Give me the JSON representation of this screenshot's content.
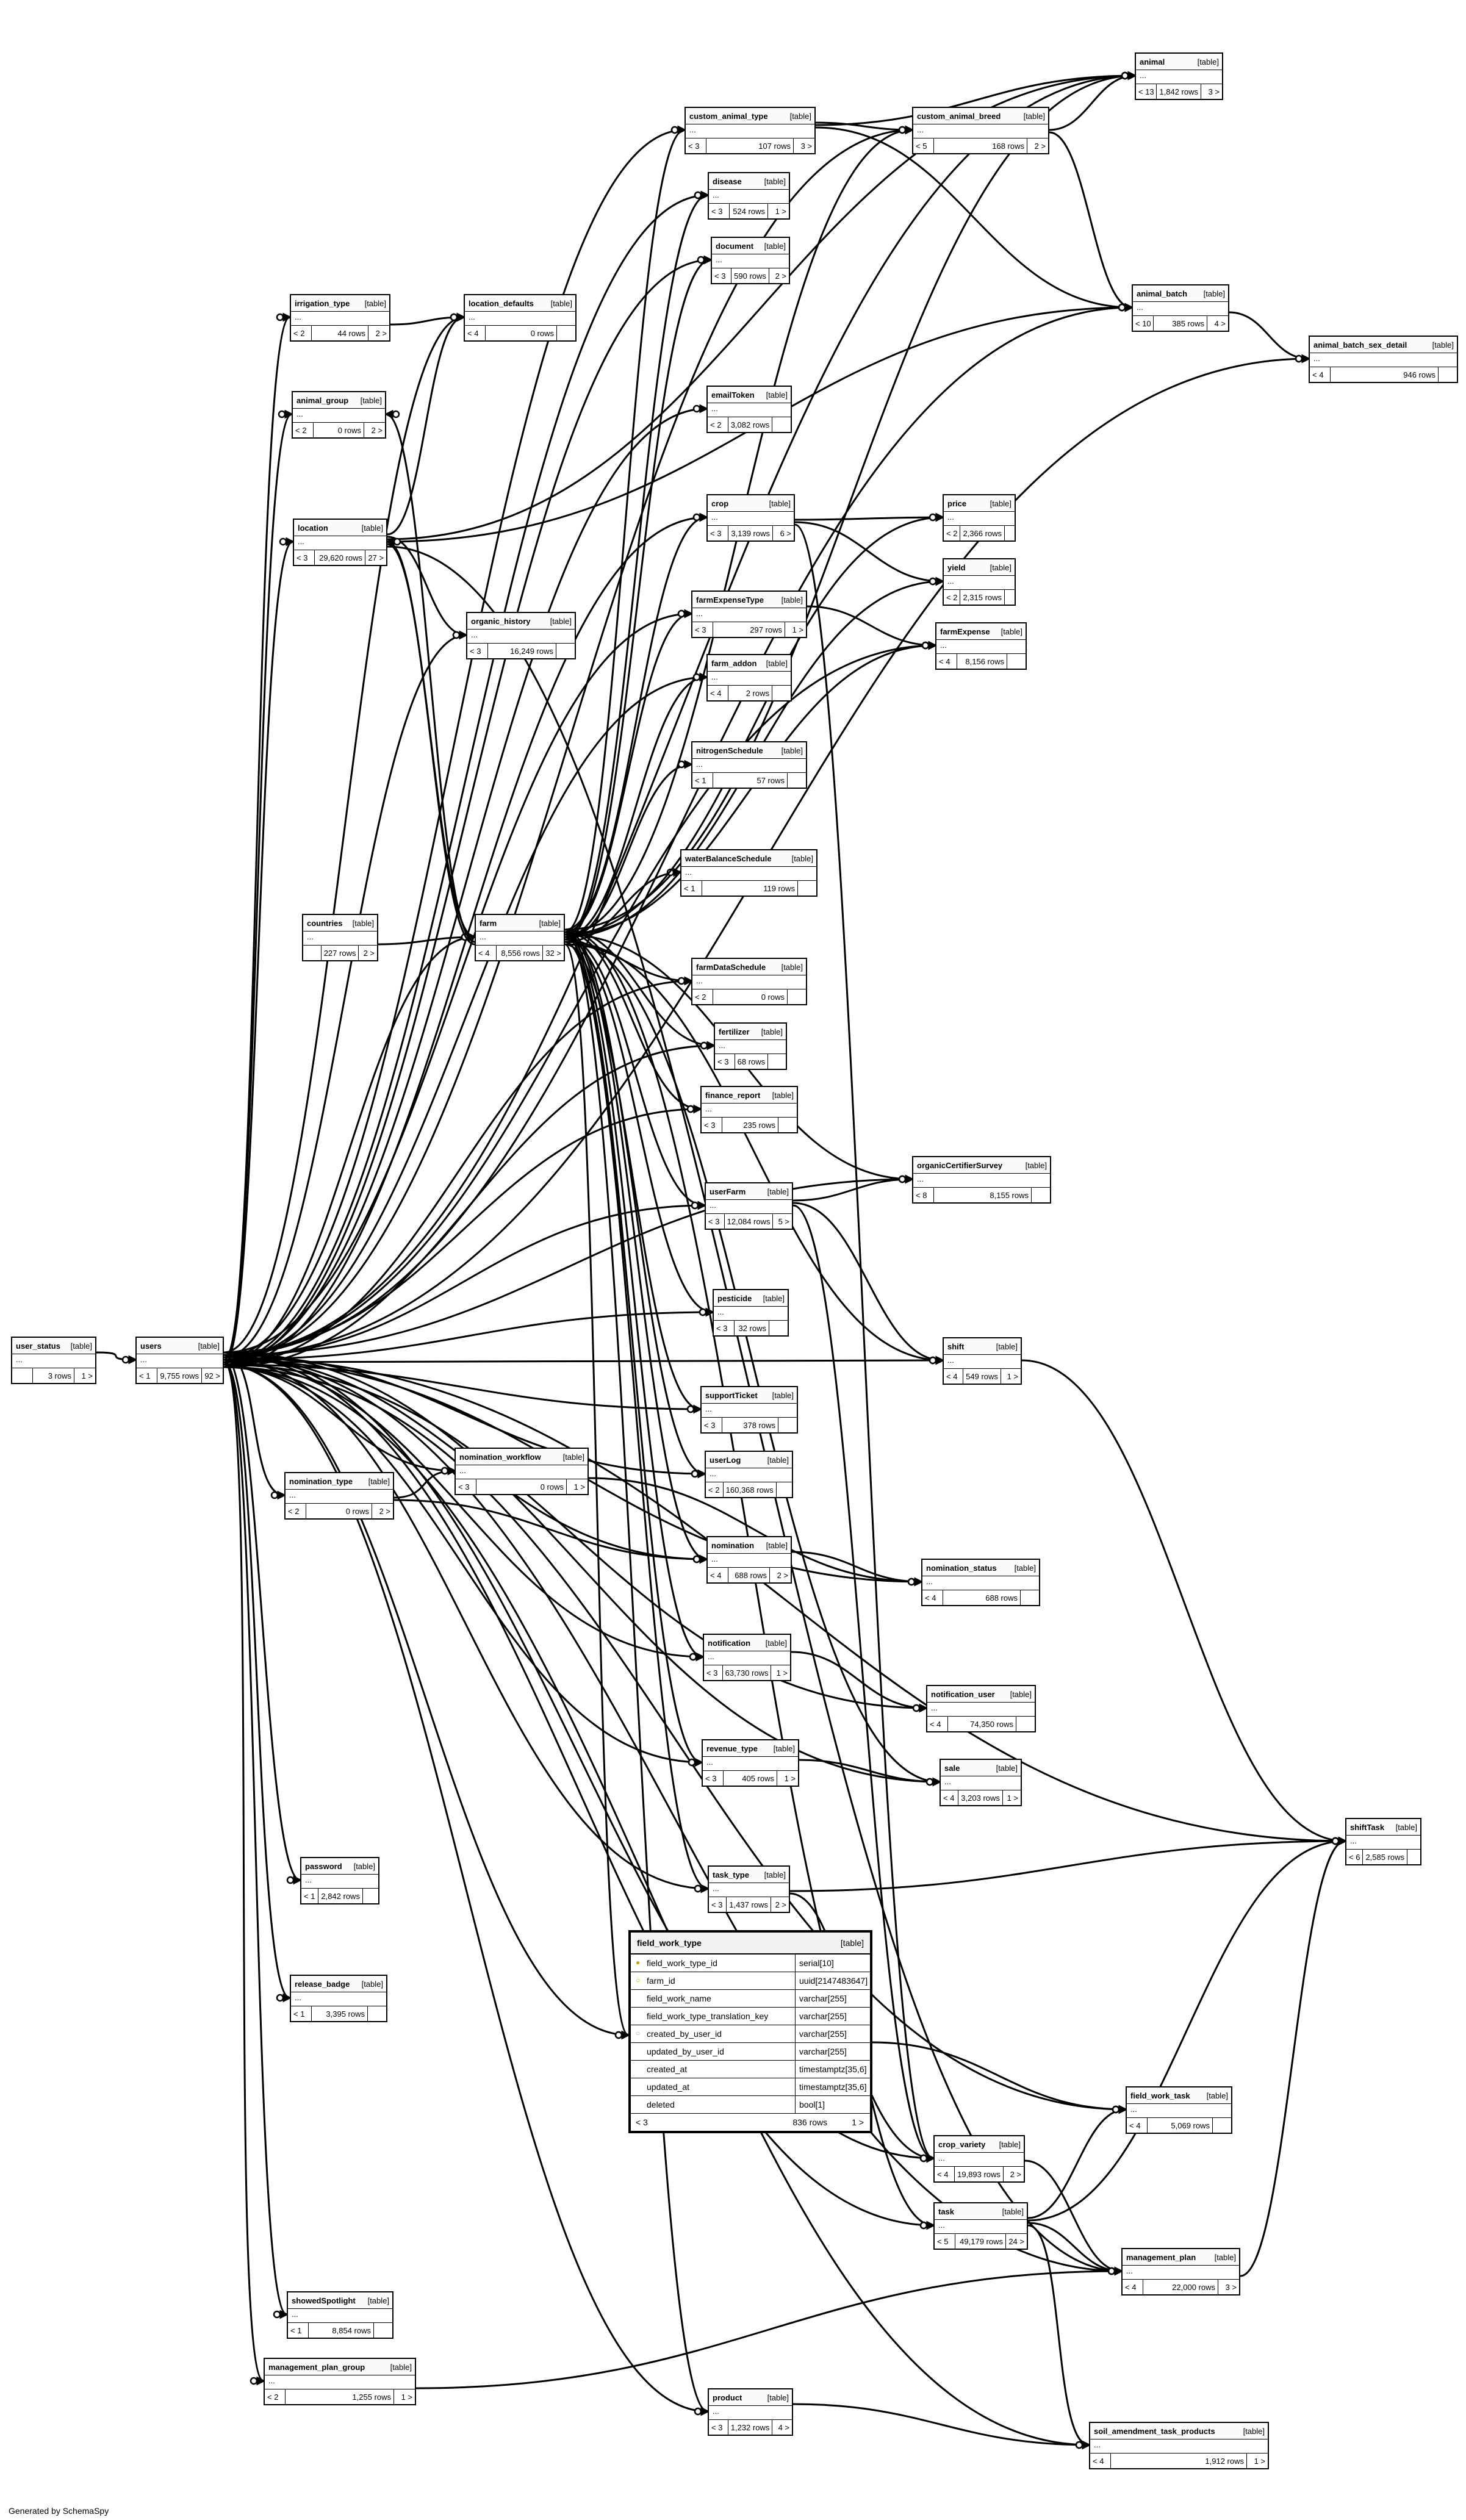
{
  "footer": "Generated by SchemaSpy",
  "tag": "[table]",
  "ellipsis": "...",
  "tables": [
    {
      "id": "user_status",
      "name": "user_status",
      "lt": "",
      "rows": "3 rows",
      "gt": "1 >"
    },
    {
      "id": "users",
      "name": "users",
      "lt": "< 1",
      "rows": "9,755 rows",
      "gt": "92 >"
    },
    {
      "id": "animal",
      "name": "animal",
      "lt": "< 13",
      "rows": "1,842 rows",
      "gt": "3 >"
    },
    {
      "id": "custom_animal_type",
      "name": "custom_animal_type",
      "lt": "< 3",
      "rows": "107 rows",
      "gt": "3 >"
    },
    {
      "id": "custom_animal_breed",
      "name": "custom_animal_breed",
      "lt": "< 5",
      "rows": "168 rows",
      "gt": "2 >"
    },
    {
      "id": "disease",
      "name": "disease",
      "lt": "< 3",
      "rows": "524 rows",
      "gt": "1 >"
    },
    {
      "id": "document",
      "name": "document",
      "lt": "< 3",
      "rows": "590 rows",
      "gt": "2 >"
    },
    {
      "id": "irrigation_type",
      "name": "irrigation_type",
      "lt": "< 2",
      "rows": "44 rows",
      "gt": "2 >"
    },
    {
      "id": "location_defaults",
      "name": "location_defaults",
      "lt": "< 4",
      "rows": "0 rows",
      "gt": ""
    },
    {
      "id": "animal_batch",
      "name": "animal_batch",
      "lt": "< 10",
      "rows": "385 rows",
      "gt": "4 >"
    },
    {
      "id": "animal_batch_sex_detail",
      "name": "animal_batch_sex_detail",
      "lt": "< 4",
      "rows": "946 rows",
      "gt": ""
    },
    {
      "id": "animal_group",
      "name": "animal_group",
      "lt": "< 2",
      "rows": "0 rows",
      "gt": "2 >"
    },
    {
      "id": "emailToken",
      "name": "emailToken",
      "lt": "< 2",
      "rows": "3,082 rows",
      "gt": ""
    },
    {
      "id": "location",
      "name": "location",
      "lt": "< 3",
      "rows": "29,620 rows",
      "gt": "27 >"
    },
    {
      "id": "crop",
      "name": "crop",
      "lt": "< 3",
      "rows": "3,139 rows",
      "gt": "6 >"
    },
    {
      "id": "price",
      "name": "price",
      "lt": "< 2",
      "rows": "2,366 rows",
      "gt": ""
    },
    {
      "id": "yield",
      "name": "yield",
      "lt": "< 2",
      "rows": "2,315 rows",
      "gt": ""
    },
    {
      "id": "farmExpenseType",
      "name": "farmExpenseType",
      "lt": "< 3",
      "rows": "297 rows",
      "gt": "1 >"
    },
    {
      "id": "farmExpense",
      "name": "farmExpense",
      "lt": "< 4",
      "rows": "8,156 rows",
      "gt": ""
    },
    {
      "id": "organic_history",
      "name": "organic_history",
      "lt": "< 3",
      "rows": "16,249 rows",
      "gt": ""
    },
    {
      "id": "farm_addon",
      "name": "farm_addon",
      "lt": "< 4",
      "rows": "2 rows",
      "gt": ""
    },
    {
      "id": "nitrogenSchedule",
      "name": "nitrogenSchedule",
      "lt": "< 1",
      "rows": "57 rows",
      "gt": ""
    },
    {
      "id": "waterBalanceSchedule",
      "name": "waterBalanceSchedule",
      "lt": "< 1",
      "rows": "119 rows",
      "gt": ""
    },
    {
      "id": "countries",
      "name": "countries",
      "lt": "",
      "rows": "227 rows",
      "gt": "2 >"
    },
    {
      "id": "farm",
      "name": "farm",
      "lt": "< 4",
      "rows": "8,556 rows",
      "gt": "32 >"
    },
    {
      "id": "farmDataSchedule",
      "name": "farmDataSchedule",
      "lt": "< 2",
      "rows": "0 rows",
      "gt": ""
    },
    {
      "id": "fertilizer",
      "name": "fertilizer",
      "lt": "< 3",
      "rows": "68 rows",
      "gt": ""
    },
    {
      "id": "finance_report",
      "name": "finance_report",
      "lt": "< 3",
      "rows": "235 rows",
      "gt": ""
    },
    {
      "id": "organicCertifierSurvey",
      "name": "organicCertifierSurvey",
      "lt": "< 8",
      "rows": "8,155 rows",
      "gt": ""
    },
    {
      "id": "userFarm",
      "name": "userFarm",
      "lt": "< 3",
      "rows": "12,084 rows",
      "gt": "5 >"
    },
    {
      "id": "pesticide",
      "name": "pesticide",
      "lt": "< 3",
      "rows": "32 rows",
      "gt": ""
    },
    {
      "id": "shift",
      "name": "shift",
      "lt": "< 4",
      "rows": "549 rows",
      "gt": "1 >"
    },
    {
      "id": "supportTicket",
      "name": "supportTicket",
      "lt": "< 3",
      "rows": "378 rows",
      "gt": ""
    },
    {
      "id": "nomination_workflow",
      "name": "nomination_workflow",
      "lt": "< 3",
      "rows": "0 rows",
      "gt": "1 >"
    },
    {
      "id": "nomination_type",
      "name": "nomination_type",
      "lt": "< 2",
      "rows": "0 rows",
      "gt": "2 >"
    },
    {
      "id": "userLog",
      "name": "userLog",
      "lt": "< 2",
      "rows": "160,368 rows",
      "gt": ""
    },
    {
      "id": "nomination",
      "name": "nomination",
      "lt": "< 4",
      "rows": "688 rows",
      "gt": "2 >"
    },
    {
      "id": "nomination_status",
      "name": "nomination_status",
      "lt": "< 4",
      "rows": "688 rows",
      "gt": ""
    },
    {
      "id": "notification",
      "name": "notification",
      "lt": "< 3",
      "rows": "63,730 rows",
      "gt": "1 >"
    },
    {
      "id": "notification_user",
      "name": "notification_user",
      "lt": "< 4",
      "rows": "74,350 rows",
      "gt": ""
    },
    {
      "id": "revenue_type",
      "name": "revenue_type",
      "lt": "< 3",
      "rows": "405 rows",
      "gt": "1 >"
    },
    {
      "id": "sale",
      "name": "sale",
      "lt": "< 4",
      "rows": "3,203 rows",
      "gt": "1 >"
    },
    {
      "id": "password",
      "name": "password",
      "lt": "< 1",
      "rows": "2,842 rows",
      "gt": ""
    },
    {
      "id": "shiftTask",
      "name": "shiftTask",
      "lt": "< 6",
      "rows": "2,585 rows",
      "gt": ""
    },
    {
      "id": "task_type",
      "name": "task_type",
      "lt": "< 3",
      "rows": "1,437 rows",
      "gt": "2 >"
    },
    {
      "id": "release_badge",
      "name": "release_badge",
      "lt": "< 1",
      "rows": "3,395 rows",
      "gt": ""
    },
    {
      "id": "field_work_task",
      "name": "field_work_task",
      "lt": "< 4",
      "rows": "5,069 rows",
      "gt": ""
    },
    {
      "id": "crop_variety",
      "name": "crop_variety",
      "lt": "< 4",
      "rows": "19,893 rows",
      "gt": "2 >"
    },
    {
      "id": "task",
      "name": "task",
      "lt": "< 5",
      "rows": "49,179 rows",
      "gt": "24 >"
    },
    {
      "id": "management_plan",
      "name": "management_plan",
      "lt": "< 4",
      "rows": "22,000 rows",
      "gt": "3 >"
    },
    {
      "id": "showedSpotlight",
      "name": "showedSpotlight",
      "lt": "< 1",
      "rows": "8,854 rows",
      "gt": ""
    },
    {
      "id": "management_plan_group",
      "name": "management_plan_group",
      "lt": "< 2",
      "rows": "1,255 rows",
      "gt": "1 >"
    },
    {
      "id": "product",
      "name": "product",
      "lt": "< 3",
      "rows": "1,232 rows",
      "gt": "4 >"
    },
    {
      "id": "soil_amendment_task_products",
      "name": "soil_amendment_task_products",
      "lt": "< 4",
      "rows": "1,912 rows",
      "gt": "1 >"
    }
  ],
  "focus_table": {
    "name": "field_work_type",
    "tag": "[table]",
    "columns": [
      {
        "name": "field_work_type_id",
        "type": "serial[10]",
        "key": "pk"
      },
      {
        "name": "farm_id",
        "type": "uuid[2147483647]",
        "key": "fk"
      },
      {
        "name": "field_work_name",
        "type": "varchar[255]",
        "key": ""
      },
      {
        "name": "field_work_type_translation_key",
        "type": "varchar[255]",
        "key": ""
      },
      {
        "name": "created_by_user_id",
        "type": "varchar[255]",
        "key": "fk"
      },
      {
        "name": "updated_by_user_id",
        "type": "varchar[255]",
        "key": ""
      },
      {
        "name": "created_at",
        "type": "timestamptz[35,6]",
        "key": ""
      },
      {
        "name": "updated_at",
        "type": "timestamptz[35,6]",
        "key": ""
      },
      {
        "name": "deleted",
        "type": "bool[1]",
        "key": ""
      }
    ],
    "lt": "< 3",
    "rows": "836 rows",
    "gt": "1 >"
  },
  "relationships": [
    [
      "user_status",
      "users"
    ],
    [
      "users",
      "animal"
    ],
    [
      "users",
      "custom_animal_type"
    ],
    [
      "users",
      "custom_animal_breed"
    ],
    [
      "users",
      "disease"
    ],
    [
      "users",
      "document"
    ],
    [
      "users",
      "irrigation_type"
    ],
    [
      "users",
      "location_defaults"
    ],
    [
      "users",
      "animal_batch"
    ],
    [
      "users",
      "animal_batch_sex_detail"
    ],
    [
      "users",
      "animal_group"
    ],
    [
      "users",
      "emailToken"
    ],
    [
      "users",
      "location"
    ],
    [
      "users",
      "crop"
    ],
    [
      "users",
      "farmExpenseType"
    ],
    [
      "users",
      "farmExpense"
    ],
    [
      "users",
      "organic_history"
    ],
    [
      "users",
      "farm_addon"
    ],
    [
      "users",
      "farm"
    ],
    [
      "users",
      "farmDataSchedule"
    ],
    [
      "users",
      "fertilizer"
    ],
    [
      "users",
      "finance_report"
    ],
    [
      "users",
      "organicCertifierSurvey"
    ],
    [
      "users",
      "userFarm"
    ],
    [
      "users",
      "pesticide"
    ],
    [
      "users",
      "shift"
    ],
    [
      "users",
      "supportTicket"
    ],
    [
      "users",
      "nomination_workflow"
    ],
    [
      "users",
      "nomination_type"
    ],
    [
      "users",
      "userLog"
    ],
    [
      "users",
      "nomination"
    ],
    [
      "users",
      "nomination_status"
    ],
    [
      "users",
      "notification"
    ],
    [
      "users",
      "notification_user"
    ],
    [
      "users",
      "revenue_type"
    ],
    [
      "users",
      "sale"
    ],
    [
      "users",
      "password"
    ],
    [
      "users",
      "shiftTask"
    ],
    [
      "users",
      "task_type"
    ],
    [
      "users",
      "release_badge"
    ],
    [
      "users",
      "field_work_type"
    ],
    [
      "users",
      "field_work_task"
    ],
    [
      "users",
      "crop_variety"
    ],
    [
      "users",
      "task"
    ],
    [
      "users",
      "management_plan"
    ],
    [
      "users",
      "showedSpotlight"
    ],
    [
      "users",
      "management_plan_group"
    ],
    [
      "users",
      "product"
    ],
    [
      "users",
      "soil_amendment_task_products"
    ],
    [
      "custom_animal_type",
      "custom_animal_breed"
    ],
    [
      "custom_animal_type",
      "animal"
    ],
    [
      "custom_animal_type",
      "animal_batch"
    ],
    [
      "custom_animal_breed",
      "animal"
    ],
    [
      "custom_animal_breed",
      "animal_batch"
    ],
    [
      "animal_batch",
      "animal_batch_sex_detail"
    ],
    [
      "irrigation_type",
      "location_defaults"
    ],
    [
      "location",
      "location_defaults"
    ],
    [
      "location",
      "organic_history"
    ],
    [
      "location",
      "animal"
    ],
    [
      "location",
      "animal_batch"
    ],
    [
      "location",
      "farm"
    ],
    [
      "location",
      "management_plan"
    ],
    [
      "countries",
      "farm"
    ],
    [
      "farm",
      "animal"
    ],
    [
      "farm",
      "custom_animal_type"
    ],
    [
      "farm",
      "custom_animal_breed"
    ],
    [
      "farm",
      "disease"
    ],
    [
      "farm",
      "document"
    ],
    [
      "farm",
      "animal_group"
    ],
    [
      "farm",
      "location"
    ],
    [
      "farm",
      "crop"
    ],
    [
      "farm",
      "farmExpenseType"
    ],
    [
      "farm",
      "farmExpense"
    ],
    [
      "farm",
      "farm_addon"
    ],
    [
      "farm",
      "nitrogenSchedule"
    ],
    [
      "farm",
      "waterBalanceSchedule"
    ],
    [
      "farm",
      "farmDataSchedule"
    ],
    [
      "farm",
      "fertilizer"
    ],
    [
      "farm",
      "finance_report"
    ],
    [
      "farm",
      "organicCertifierSurvey"
    ],
    [
      "farm",
      "userFarm"
    ],
    [
      "farm",
      "pesticide"
    ],
    [
      "farm",
      "shift"
    ],
    [
      "farm",
      "supportTicket"
    ],
    [
      "farm",
      "userLog"
    ],
    [
      "farm",
      "nomination"
    ],
    [
      "farm",
      "notification"
    ],
    [
      "farm",
      "revenue_type"
    ],
    [
      "farm",
      "sale"
    ],
    [
      "farm",
      "task_type"
    ],
    [
      "farm",
      "field_work_type"
    ],
    [
      "farm",
      "crop_variety"
    ],
    [
      "farm",
      "product"
    ],
    [
      "farm",
      "price"
    ],
    [
      "farm",
      "yield"
    ],
    [
      "crop",
      "price"
    ],
    [
      "crop",
      "yield"
    ],
    [
      "crop",
      "crop_variety"
    ],
    [
      "farmExpenseType",
      "farmExpense"
    ],
    [
      "userFarm",
      "organicCertifierSurvey"
    ],
    [
      "userFarm",
      "shift"
    ],
    [
      "userFarm",
      "crop_variety"
    ],
    [
      "nomination_type",
      "nomination_workflow"
    ],
    [
      "nomination_type",
      "nomination"
    ],
    [
      "nomination_workflow",
      "nomination_status"
    ],
    [
      "nomination",
      "nomination_status"
    ],
    [
      "notification",
      "notification_user"
    ],
    [
      "revenue_type",
      "sale"
    ],
    [
      "shift",
      "shiftTask"
    ],
    [
      "task_type",
      "shiftTask"
    ],
    [
      "task_type",
      "task"
    ],
    [
      "field_work_type",
      "field_work_task"
    ],
    [
      "task",
      "field_work_task"
    ],
    [
      "task",
      "shiftTask"
    ],
    [
      "task",
      "management_plan"
    ],
    [
      "task",
      "soil_amendment_task_products"
    ],
    [
      "crop_variety",
      "management_plan"
    ],
    [
      "management_plan",
      "shiftTask"
    ],
    [
      "management_plan_group",
      "management_plan"
    ],
    [
      "product",
      "soil_amendment_task_products"
    ]
  ]
}
